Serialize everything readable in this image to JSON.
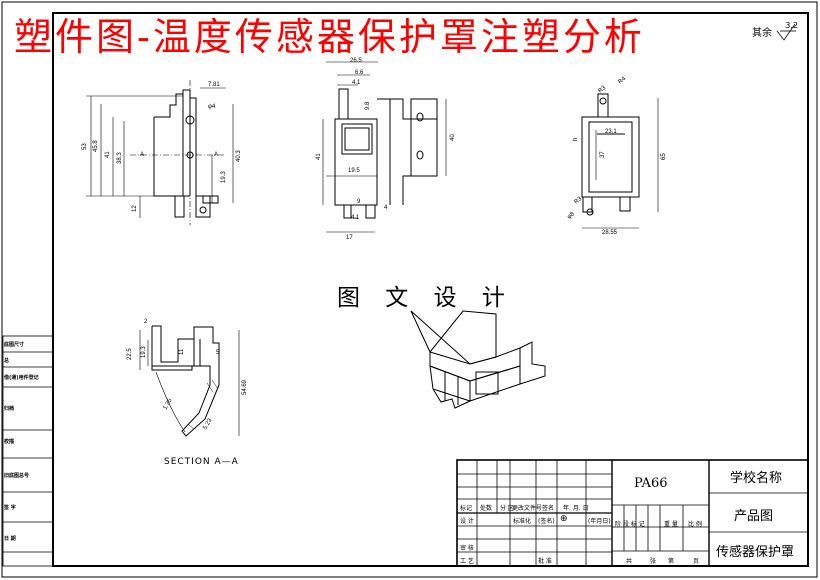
{
  "title": "塑件图-温度传感器保护罩注塑分析",
  "roughness": {
    "label": "其余",
    "value": "3.2"
  },
  "watermark": "图 文 设 计",
  "section_label": "SECTION  A—A",
  "left_table": [
    "底图尺寸",
    "总",
    "借(通)用件登记",
    "归档",
    "校描",
    "旧底图总号",
    "签 字",
    "日 期"
  ],
  "title_block": {
    "material": "PA66",
    "school": "学校名称",
    "drawing_type": "产品图",
    "part_name": "传感器保护罩",
    "rev_headers": [
      "标记",
      "处数",
      "分 区",
      "更改文件号",
      "签名",
      "年. 月. 日"
    ],
    "row_design": "设 计",
    "standardized": "标准化",
    "sign_paren": "(签名)",
    "date_paren": "(年月日)",
    "review": "审 核",
    "process": "工 艺",
    "approve": "批 准",
    "stage_headers": [
      "阶 段 标 记",
      "重 量",
      "比 例"
    ],
    "sheet_info": [
      "共",
      "张",
      "第",
      "页"
    ]
  },
  "dims": {
    "front": [
      "53",
      "45.8",
      "41",
      "38.3",
      "12",
      "7.81",
      "φ4",
      "40.3",
      "19.3",
      "A",
      "A"
    ],
    "side": [
      "26.5",
      "6.6",
      "4.1",
      "9.8",
      "41",
      "19.5",
      "9",
      "4.1",
      "17",
      "4",
      "40"
    ],
    "right": [
      "R3",
      "R4",
      "h",
      "23.1",
      "37",
      "65",
      "R3",
      "φ8",
      "28.55"
    ],
    "section": [
      "2",
      "22.5",
      "19.3",
      "11",
      "5",
      "54.69",
      "1.35",
      "5.23"
    ]
  }
}
